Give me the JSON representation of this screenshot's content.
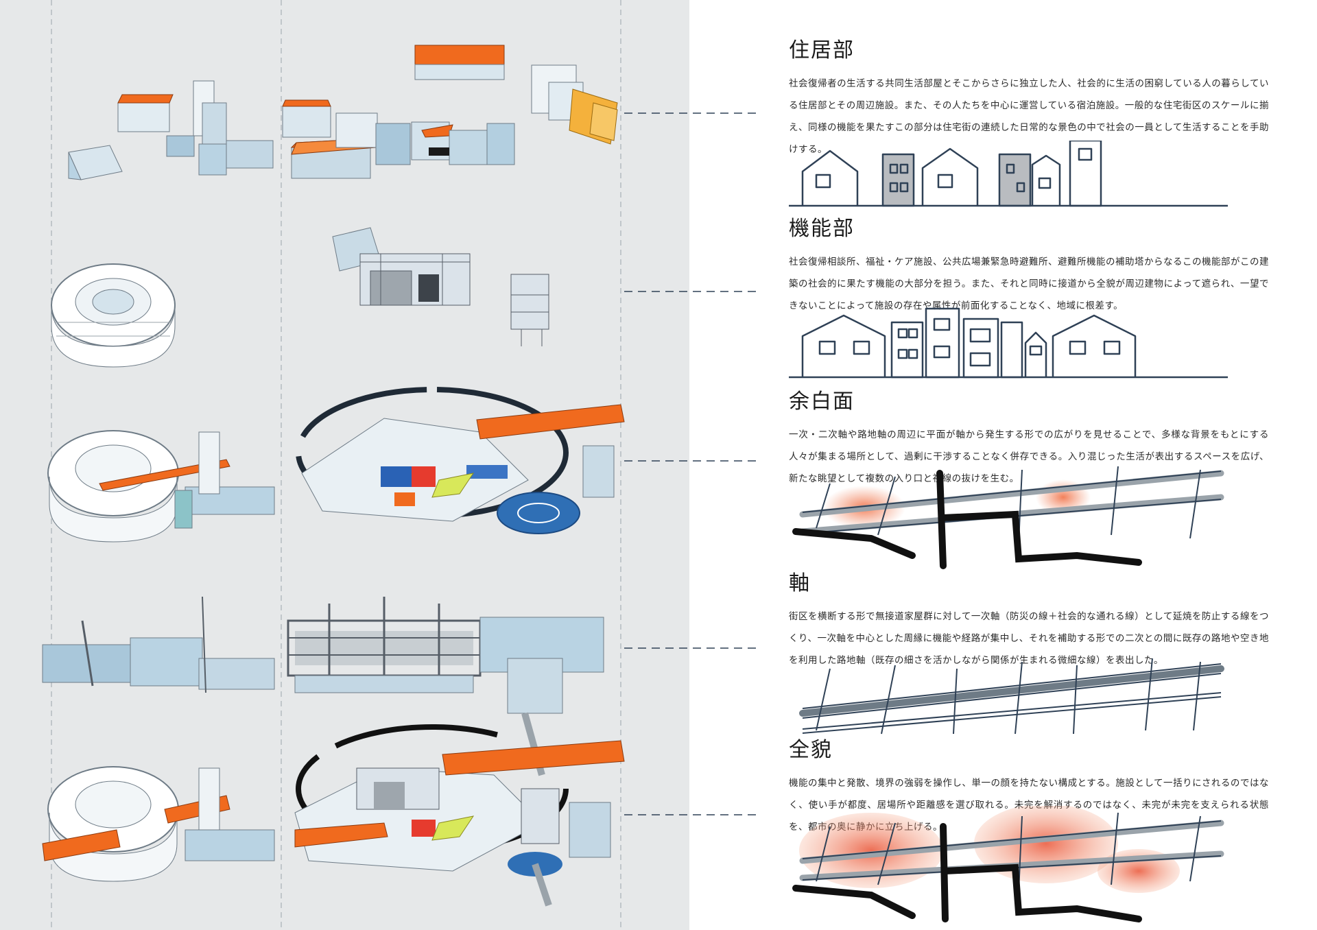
{
  "sections": [
    {
      "title": "住居部",
      "body": "社会復帰者の生活する共同生活部屋とそこからさらに独立した人、社会的に生活の困窮している人の暮らしている住居部とその周辺施設。また、その人たちを中心に運営している宿泊施設。一般的な住宅街区のスケールに揃え、同様の機能を果たすこの部分は住宅街の連続した日常的な景色の中で社会の一員として生活することを手助けする。"
    },
    {
      "title": "機能部",
      "body": "社会復帰相談所、福祉・ケア施設、公共広場兼緊急時避難所、避難所機能の補助塔からなるこの機能部がこの建築の社会的に果たす機能の大部分を担う。また、それと同時に接道から全貌が周辺建物によって遮られ、一望できないことによって施設の存在や属性が前面化することなく、地域に根差す。"
    },
    {
      "title": "余白面",
      "body": "一次・二次軸や路地軸の周辺に平面が軸から発生する形での広がりを見せることで、多様な背景をもとにする人々が集まる場所として、過剰に干渉することなく併存できる。入り混じった生活が表出するスペースを広げ、新たな眺望として複数の入り口と視線の抜けを生む。"
    },
    {
      "title": "軸",
      "body": "街区を横断する形で無接道家屋群に対して一次軸（防災の線＋社会的な通れる線）として延焼を防止する線をつくり、一次軸を中心とした周縁に機能や経路が集中し、それを補助する形での二次との間に既存の路地や空き地を利用した路地軸（既存の細さを活かしながら関係が生まれる微細な線）を表出した。"
    },
    {
      "title": "全貌",
      "body": "機能の集中と発散、境界の強弱を操作し、単一の顔を持たない構成とする。施設として一括りにされるのではなく、使い手が都度、居場所や距離感を選び取れる。未完を解消するのではなく、未完が未完を支えられる状態を、都市の奥に静かに立ち上げる。"
    }
  ],
  "colors": {
    "left_background": "#e6e8e9",
    "roof_orange": "#f06a1e",
    "roof_yellow": "#f4b13c",
    "wall_blue": "#b9d3e3",
    "frame_gray": "#8d949b",
    "ink_navy": "#2f4156",
    "ink_black": "#111111",
    "heat_red": "#f08660"
  },
  "icons": [
    "house-sketch",
    "tower-sketch",
    "axis-grid-sketch",
    "heat-blob"
  ]
}
